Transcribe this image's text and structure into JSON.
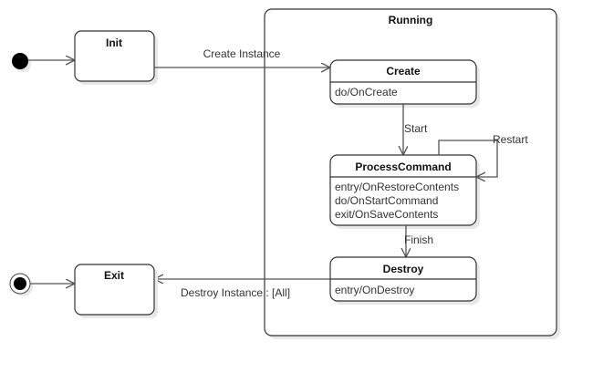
{
  "diagram": {
    "states": {
      "init": {
        "name": "Init"
      },
      "exit": {
        "name": "Exit"
      },
      "running": {
        "name": "Running"
      },
      "create": {
        "name": "Create",
        "activities": [
          "do/OnCreate"
        ]
      },
      "process": {
        "name": "ProcessCommand",
        "activities": [
          "entry/OnRestoreContents",
          "do/OnStartCommand",
          "exit/OnSaveContents"
        ]
      },
      "destroy": {
        "name": "Destroy",
        "activities": [
          "entry/OnDestroy"
        ]
      }
    },
    "transitions": {
      "create_instance": "Create Instance",
      "start": "Start",
      "restart": "Restart",
      "finish": "Finish",
      "destroy_instance": "Destroy Instance :  [All]"
    }
  }
}
